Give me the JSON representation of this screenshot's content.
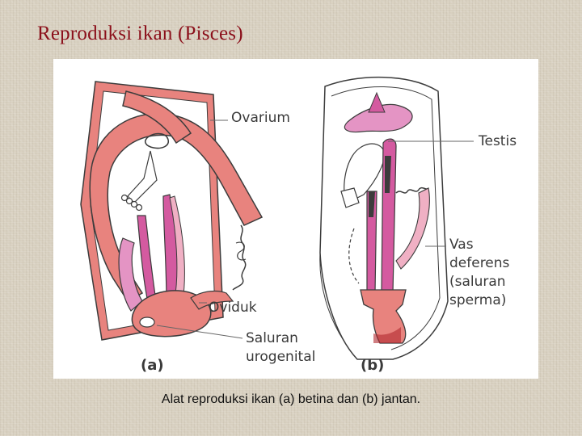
{
  "slide": {
    "title": "Reproduksi ikan (Pisces)"
  },
  "figure": {
    "labels": {
      "ovarium": "Ovarium",
      "oviduk": "Oviduk",
      "saluran_urogenital_line1": "Saluran",
      "saluran_urogenital_line2": "urogenital",
      "testis": "Testis",
      "vas_deferens_line1": "Vas",
      "vas_deferens_line2": "deferens",
      "vas_deferens_line3": "(saluran",
      "vas_deferens_line4": "sperma)",
      "sub_a": "(a)",
      "sub_b": "(b)"
    },
    "colors": {
      "salmon": "#e8837e",
      "pink_light": "#f0b0c4",
      "magenta": "#d45aa0",
      "dark_red": "#b0282e",
      "outline": "#3c3c3c"
    }
  },
  "caption": {
    "text": "Alat reproduksi ikan (a) betina dan (b) jantan."
  }
}
